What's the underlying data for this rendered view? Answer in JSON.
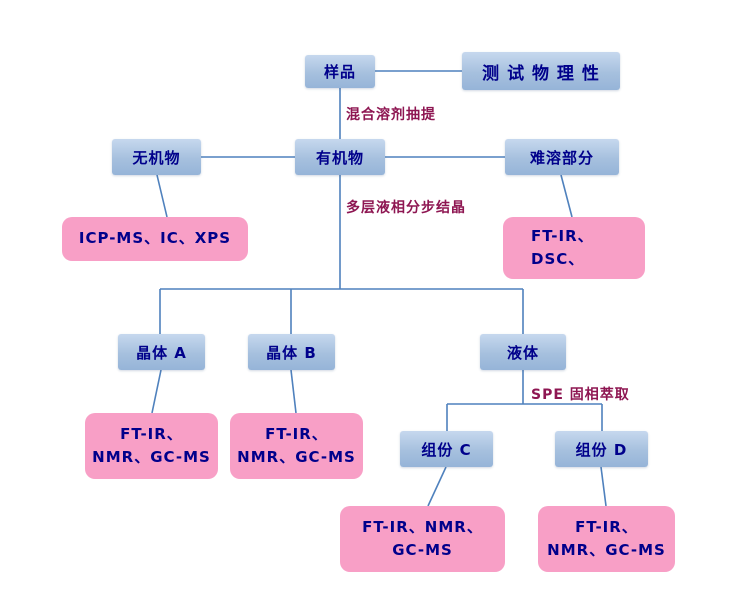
{
  "colors": {
    "process_box": "#a6c0de",
    "analysis_box": "#f89fc6",
    "box_text": "#00008b",
    "edge_label_text": "#8e1652",
    "line": "#4f81bd"
  },
  "nodes": {
    "sample": {
      "label": "样品"
    },
    "physical_test": {
      "label": "测 试 物 理 性"
    },
    "inorganic": {
      "label": "无机物"
    },
    "organic": {
      "label": "有机物"
    },
    "insoluble": {
      "label": "难溶部分"
    },
    "inorganic_analysis": {
      "label": "ICP-MS、IC、XPS"
    },
    "insoluble_analysis": {
      "line1": "FT-IR、",
      "line2": "DSC、"
    },
    "crystal_a": {
      "label": "晶体 A"
    },
    "crystal_b": {
      "label": "晶体 B"
    },
    "liquid": {
      "label": "液体"
    },
    "crystal_a_analysis": {
      "line1": "FT-IR、",
      "line2": "NMR、GC-MS"
    },
    "crystal_b_analysis": {
      "line1": "FT-IR、",
      "line2": "NMR、GC-MS"
    },
    "fraction_c": {
      "label": "组份 C"
    },
    "fraction_d": {
      "label": "组份 D"
    },
    "fraction_c_analysis": {
      "line1": "FT-IR、NMR、",
      "line2": "GC-MS"
    },
    "fraction_d_analysis": {
      "line1": "FT-IR、",
      "line2": "NMR、GC-MS"
    }
  },
  "edge_labels": {
    "extraction": "混合溶剂抽提",
    "crystallization": "多层液相分步结晶",
    "spe": "SPE 固相萃取"
  }
}
